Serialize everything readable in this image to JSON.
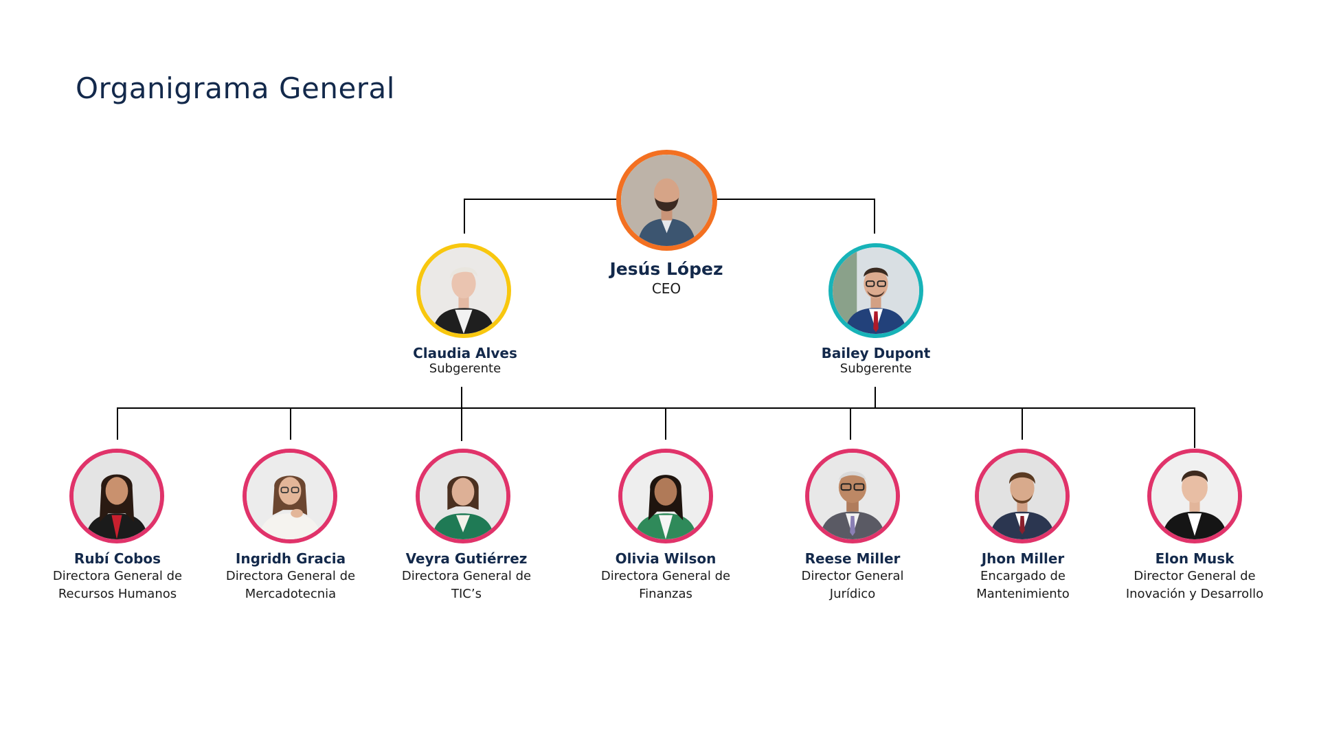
{
  "page": {
    "title": "Organigrama General"
  },
  "colors": {
    "ceo_ring": "#f37021",
    "left_ring": "#f8c70f",
    "right_ring": "#17b3b8",
    "staff_ring": "#e0336a",
    "text_dark": "#13294b",
    "connector": "#000000"
  },
  "ceo": {
    "name": "Jesús López",
    "role": "CEO",
    "icon": "person-photo-icon"
  },
  "managers": [
    {
      "name": "Claudia Alves",
      "role": "Subgerente",
      "icon": "person-photo-icon"
    },
    {
      "name": "Bailey Dupont",
      "role": "Subgerente",
      "icon": "person-photo-icon"
    }
  ],
  "staff": [
    {
      "name": "Rubí Cobos",
      "role_line1": "Directora General de",
      "role_line2": "Recursos Humanos"
    },
    {
      "name": "Ingridh Gracia",
      "role_line1": "Directora General de",
      "role_line2": "Mercadotecnia"
    },
    {
      "name": "Veyra Gutiérrez",
      "role_line1": "Directora General de",
      "role_line2": "TIC’s"
    },
    {
      "name": "Olivia Wilson",
      "role_line1": "Directora General de",
      "role_line2": "Finanzas"
    },
    {
      "name": "Reese Miller",
      "role_line1": "Director General",
      "role_line2": "Jurídico"
    },
    {
      "name": "Jhon Miller",
      "role_line1": "Encargado de",
      "role_line2": "Mantenimiento"
    },
    {
      "name": "Elon Musk",
      "role_line1": "Director General de",
      "role_line2": "Inovación y Desarrollo"
    }
  ]
}
